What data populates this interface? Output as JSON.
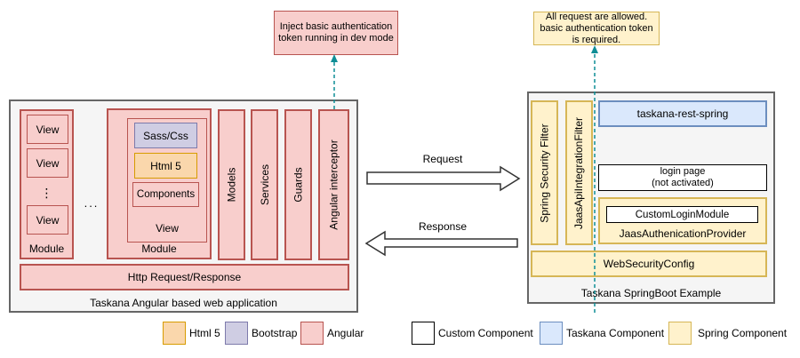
{
  "annotations": {
    "left_note": "Inject basic authentication token running in dev mode",
    "right_note": "All request are allowed. basic authentication token is required."
  },
  "angular_app": {
    "title": "Taskana Angular based web application",
    "module_left": {
      "label": "Module",
      "views": [
        "View",
        "View",
        "View"
      ],
      "dots": "⋮"
    },
    "ellipsis": "...",
    "module_right": {
      "label": "Module",
      "view_label": "View",
      "sass": "Sass/Css",
      "html5": "Html 5",
      "components": "Components"
    },
    "bars": [
      "Models",
      "Services",
      "Guards",
      "Angular interceptor"
    ],
    "http_bar": "Http Request/Response"
  },
  "arrows": {
    "request": "Request",
    "response": "Response"
  },
  "springboot_app": {
    "title": "Taskana SpringBoot Example",
    "bars": [
      "Spring Security Filter",
      "JaasApiIntegrationFilter"
    ],
    "taskana_rest": "taskana-rest-spring",
    "login_page": "login page\n(not activated)",
    "custom_login": "CustomLoginModule",
    "jaas_provider": "JaasAuthenicationProvider",
    "web_security": "WebSecurityConfig"
  },
  "legend": [
    {
      "label": "Html 5",
      "fill": "#FAD7AC",
      "stroke": "#D79B00"
    },
    {
      "label": "Bootstrap",
      "fill": "#CFCDE3",
      "stroke": "#7D7AAB"
    },
    {
      "label": "Angular",
      "fill": "#F8CECC",
      "stroke": "#B85450"
    },
    {
      "label": "Custom Component",
      "fill": "#FFFFFF",
      "stroke": "#000000"
    },
    {
      "label": "Taskana Component",
      "fill": "#DAE8FC",
      "stroke": "#6C8EBF"
    },
    {
      "label": "Spring Component",
      "fill": "#FFF2CC",
      "stroke": "#D6B656"
    }
  ],
  "colors": {
    "container_fill": "#F5F5F5",
    "container_stroke": "#666666",
    "dashed_arrow": "#0F8E96",
    "block_arrow_fill": "#FFFFFF",
    "block_arrow_stroke": "#333333"
  }
}
